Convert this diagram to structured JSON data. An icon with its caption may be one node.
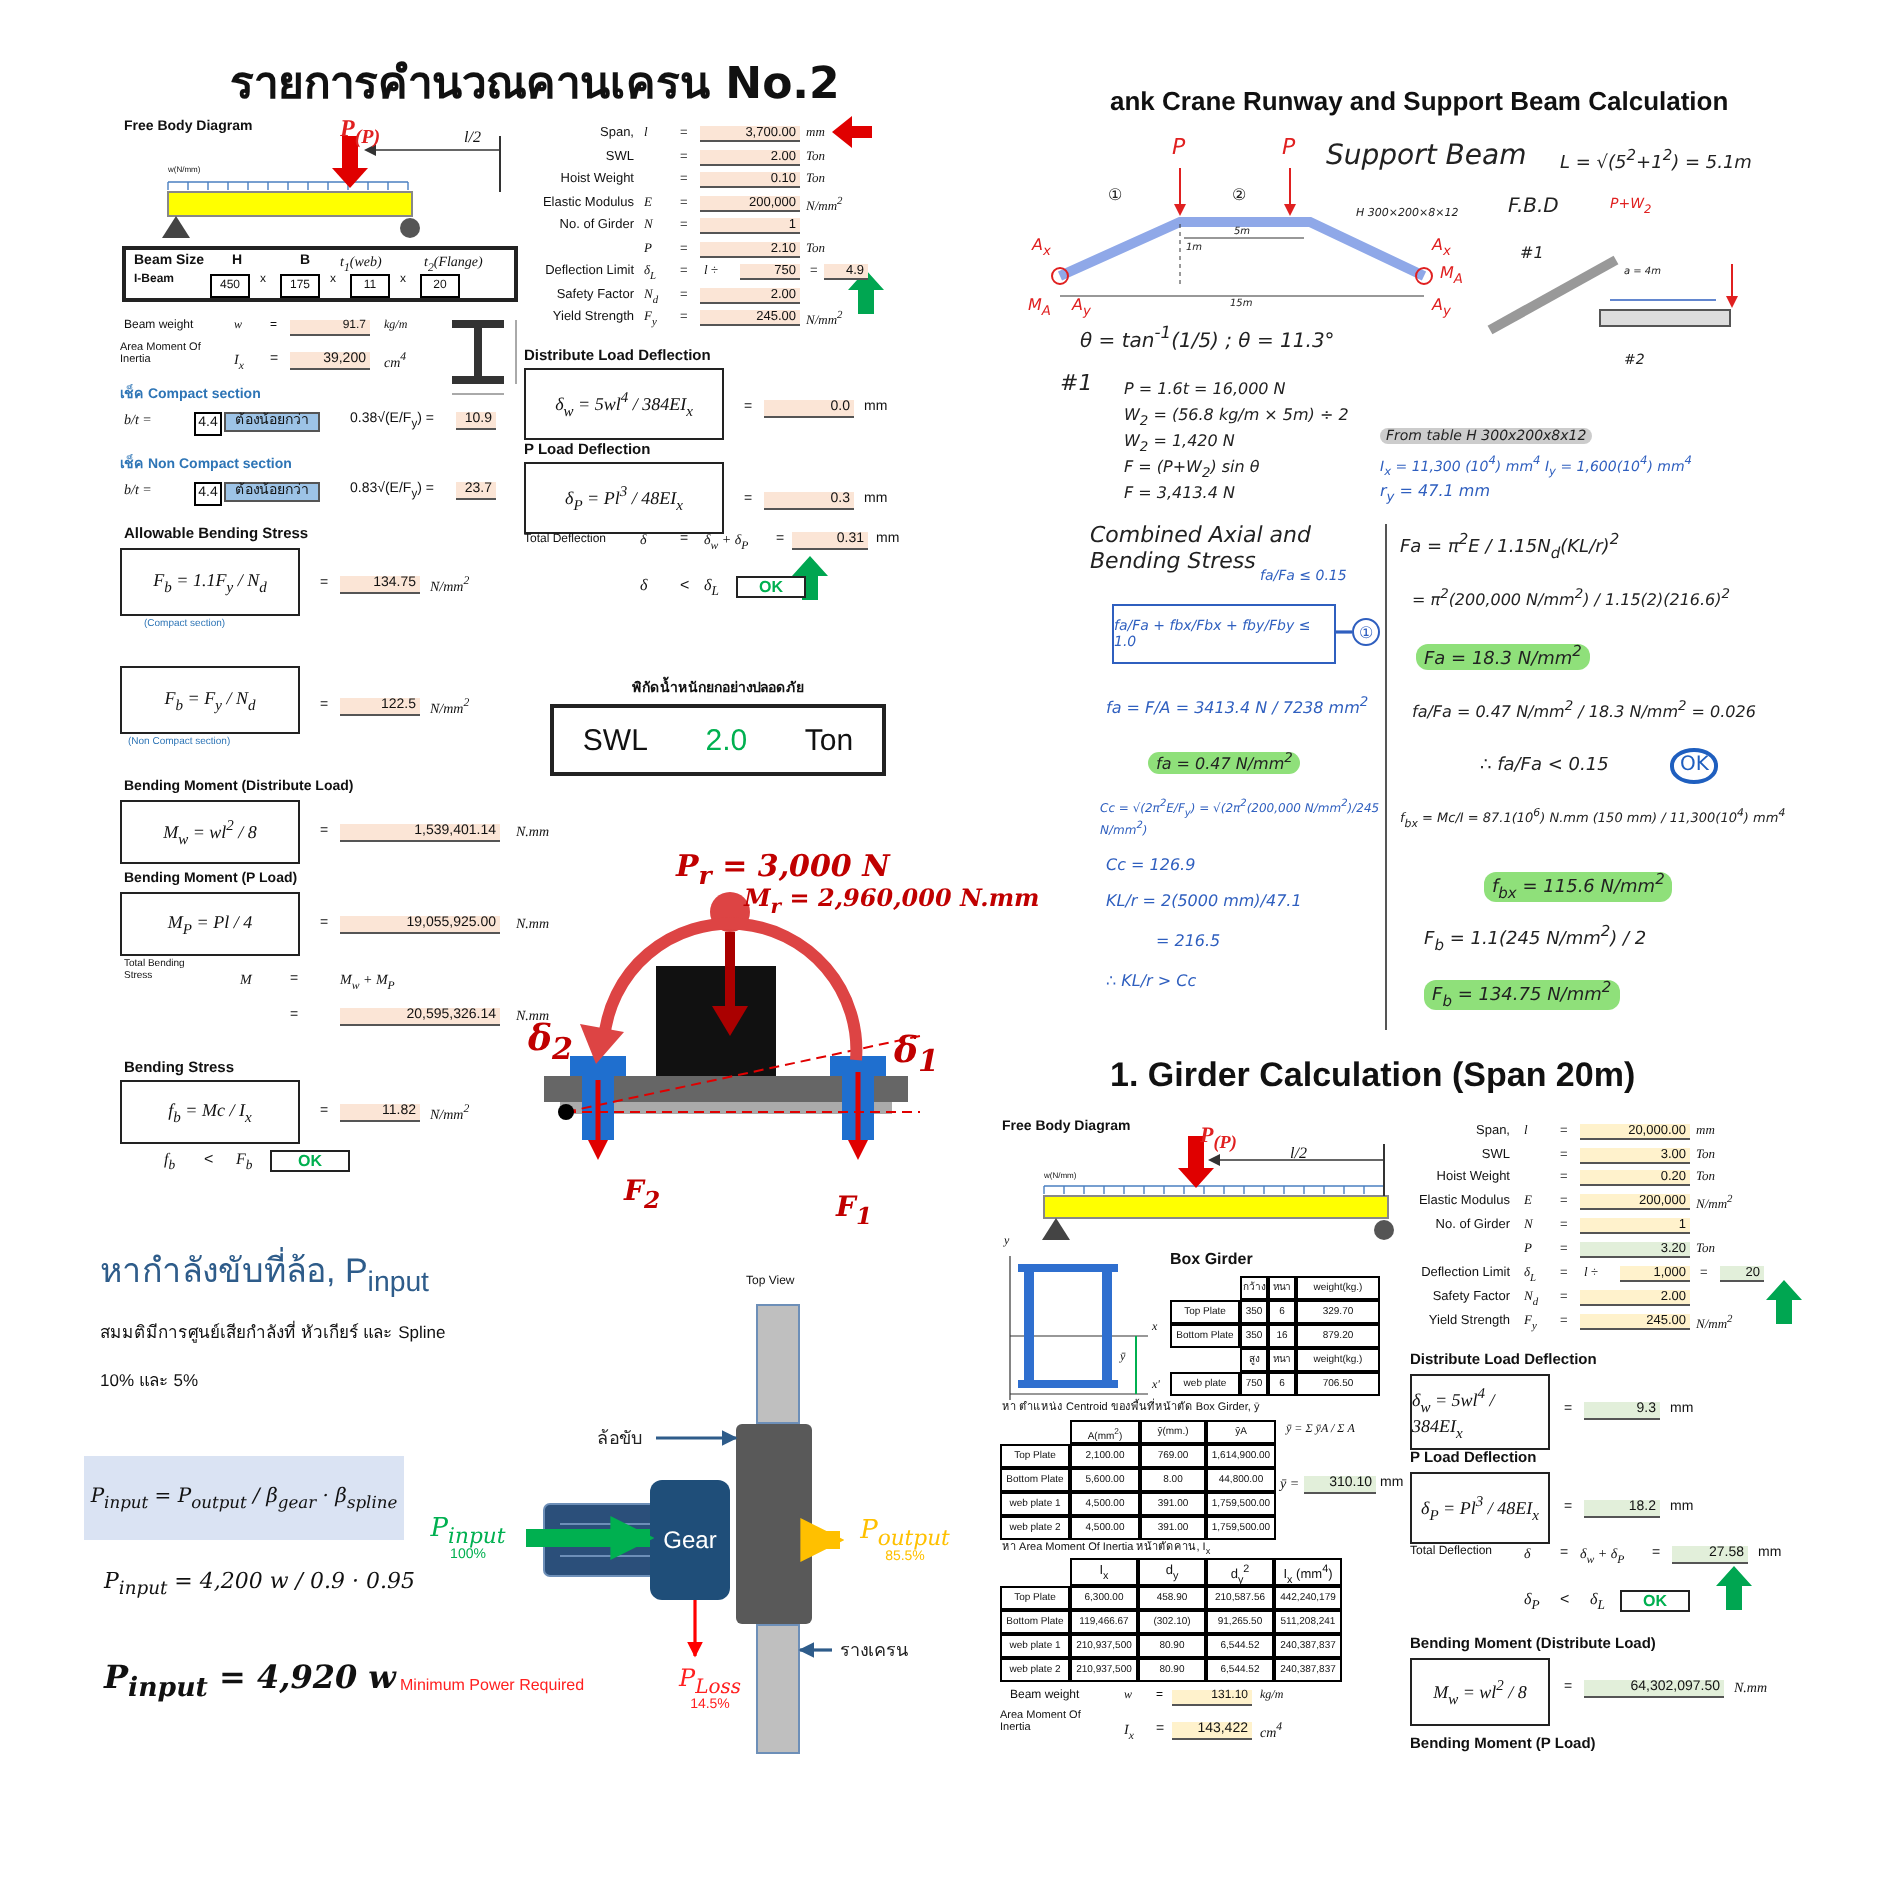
{
  "diagram": {
    "nodes": [
      {
        "text": [
          "F$_{b}$ = 1.1F$_{y}$ / N$_{d}$"
        ]
      },
      {
        "text": [
          "F$_{b}$ = F$_{y}$ / N$_{d}$"
        ]
      },
      {
        "text": [
          "M$_{w}$ = wl$^{2}$ / 8"
        ]
      },
      {
        "text": [
          "M$_{P}$ = Pl / 4"
        ]
      },
      {
        "text": [
          "f$_{b}$ = Mc / I$_{x}$"
        ]
      },
      {
        "text": [
          "δ$_{w}$ = 5wl$^{4}$ / 384EI$_{x}$"
        ]
      },
      {
        "text": [
          "δ$_{P}$ = Pl$^{3}$ / 48EI$_{x}$"
        ]
      },
      {
        "text": [
          "พิกัดน้ำหนักยกอย่างปลอดภัย",
          "SWL",
          "2.0",
          "Ton"
        ]
      },
      {
        "text": [
          "δ$_{w}$ = 5wl$^{4}$ / 384EI$_{x}$"
        ]
      },
      {
        "text": [
          "δ$_{P}$ = Pl$^{3}$ / 48EI$_{x}$"
        ]
      },
      {
        "text": [
          "M$_{w}$ = wl$^{2}$ / 8"
        ]
      },
      {
        "text": [
          "P$_{input}$ = P$_{output}$ / β$_{gear}$ · β$_{spline}$"
        ]
      },
      {
        "text": [
          "Gear"
        ]
      },
      {
        "text": [],
        "shape": "box"
      },
      {
        "text": [],
        "shape": "bar"
      },
      {
        "text": [
          "ล้อขับ"
        ]
      },
      {
        "text": [
          "รางเครน"
        ]
      },
      {
        "text": [
          "P$_{input}$"
        ],
        "beside": [
          "100%"
        ]
      },
      {
        "text": [
          "P$_{output}$"
        ],
        "beside": [
          "85.5%"
        ]
      },
      {
        "text": [
          "P$_{Loss}$"
        ],
        "beside": [
          "14.5%"
        ]
      },
      {
        "text": [
          "fa/Fa + fbx/Fbx + fby/Fby ≤ 1.0"
        ]
      },
      {
        "text": [
          "①"
        ]
      }
    ],
    "edges": [
      {
        "from": 17,
        "to": 12,
        "arrow": "to",
        "style": "thick",
        "color": "#00b050"
      },
      {
        "from": 13,
        "to": 18,
        "arrow": "to",
        "style": "thick",
        "color": "#ffc000"
      },
      {
        "from": 12,
        "to": 19,
        "arrow": "to",
        "color": "#ff0000"
      },
      {
        "from": 15,
        "to": 13,
        "arrow": "to",
        "color": "#2e5c8a"
      },
      {
        "from": 16,
        "to": 14,
        "arrow": "to",
        "color": "#2e5c8a"
      },
      {
        "from": 20,
        "to": 21,
        "arrow": "none",
        "color": "#2f5fbf"
      }
    ],
    "labels": [
      "รายการคำนวณคานเครน No.2",
      "Free Body Diagram",
      "P$_{(P)}$",
      "l/2",
      "w(N/mm)",
      "Span,",
      "l",
      "=",
      "3,700.00",
      "mm",
      "SWL",
      "=",
      "2.00",
      "Ton",
      "Hoist Weight",
      "=",
      "0.10",
      "Ton",
      "Elastic Modulus",
      "E",
      "=",
      "200,000",
      "N/mm$^{2}$",
      "No. of Girder",
      "N",
      "=",
      "1",
      "P",
      "=",
      "2.10",
      "Ton",
      "Deflection Limit",
      "δ$_{L}$",
      "=",
      "l ÷",
      "750",
      "=",
      "4.9",
      "Safety Factor",
      "N$_{d}$",
      "=",
      "2.00",
      "Yield Strength",
      "F$_{y}$",
      "=",
      "245.00",
      "N/mm$^{2}$",
      "Beam Size",
      "H",
      "B",
      "t$_{1}$(web)",
      "t$_{2}$(Flange)",
      "I-Beam",
      "450",
      "x",
      "175",
      "x",
      "11",
      "x",
      "20",
      "Beam weight",
      "w",
      "=",
      "91.7",
      "kg/m",
      "Area Moment Of Inertia",
      "I$_{x}$",
      "=",
      "39,200",
      "cm$^{4}$",
      "เช็ค Compact section",
      "b/t =",
      "4.4",
      "ต้องน้อยกว่า",
      "0.38√(E/F$_{y}$) =",
      "10.9",
      "เช็ค Non Compact section",
      "b/t =",
      "4.4",
      "ต้องน้อยกว่า",
      "0.83√(E/F$_{y}$) =",
      "23.7",
      "Allowable Bending Stress",
      "=",
      "134.75",
      "N/mm$^{2}$",
      "(Compact section)",
      "=",
      "122.5",
      "N/mm$^{2}$",
      "(Non Compact section)",
      "Bending Moment (Distribute Load)",
      "=",
      "1,539,401.14",
      "N.mm",
      "Bending Moment (P Load)",
      "=",
      "19,055,925.00",
      "N.mm",
      "Total Bending Stress",
      "M",
      "=",
      "M$_{w}$ + M$_{P}$",
      "=",
      "20,595,326.14",
      "N.mm",
      "Bending Stress",
      "=",
      "11.82",
      "N/mm$^{2}$",
      "f$_{b}$",
      "<",
      "F$_{b}$",
      "OK",
      "Distribute Load Deflection",
      "=",
      "0.0",
      "mm",
      "P Load Deflection",
      "=",
      "0.3",
      "mm",
      "Total Deflection",
      "δ",
      "=",
      "δ$_{w}$ + δ$_{P}$",
      "=",
      "0.31",
      "mm",
      "δ",
      "<",
      "δ$_{L}$",
      "OK",
      "P$_{r}$ = 3,000 N",
      "M$_{r}$ = 2,960,000 N.mm",
      "δ$_{2}$",
      "δ$_{1}$",
      "F$_{2}$",
      "F$_{1}$",
      "หากำลังขับที่ล้อ, P$_{input}$",
      "สมมติมีการศูนย์เสียกำลังที่ หัวเกียร์ และ Spline",
      "10% และ 5%",
      "P$_{input}$ = 4,200 w / 0.9 · 0.95",
      "P$_{input}$ = 4,920 w",
      "Minimum Power Required",
      "Top View",
      "ank Crane Runway and Support Beam Calculation",
      "P",
      "P",
      "Support Beam",
      "L = √(5$^{2}$+1$^{2}$) = 5.1m",
      "①",
      "②",
      "H 300×200×8×12",
      "5m",
      "1m",
      "15m",
      "A$_{x}$",
      "M$_{A}$",
      "A$_{y}$",
      "A$_{x}$",
      "M$_{A}$",
      "A$_{y}$",
      "F.B.D",
      "P+W$_{2}$",
      "#1",
      "a = 4m",
      "#2",
      "θ = tan$^{-1}$(1/5) ; θ = 11.3°",
      "#1",
      "P = 1.6t = 16,000 N",
      "W$_{2}$ = (56.8 kg/m × 5m) ÷ 2",
      "W$_{2}$ = 1,420 N",
      "F = (P+W$_{2}$) sin θ",
      "F = 3,413.4 N",
      "From table H 300x200x8x12",
      "I$_{x}$ = 11,300 (10$^{4}$) mm$^{4}$   I$_{y}$ = 1,600(10$^{4}$) mm$^{4}$",
      "r$_{y}$ = 47.1 mm",
      "Combined Axial and Bending Stress",
      "fa/Fa ≤ 0.15",
      "fa = F/A = 3413.4 N / 7238 mm$^{2}$",
      "fa = 0.47 N/mm$^{2}$",
      "Cc = √(2π$^{2}$E/F$_{y}$) = √(2π$^{2}$(200,000 N/mm$^{2}$)/245 N/mm$^{2}$)",
      "Cc = 126.9",
      "KL/r = 2(5000 mm)/47.1",
      "= 216.5",
      "∴ KL/r > Cc",
      "Fa = π$^{2}$E / 1.15N$_{d}$(KL/r)$^{2}$",
      "= π$^{2}$(200,000 N/mm$^{2}$) / 1.15(2)(216.6)$^{2}$",
      "Fa = 18.3 N/mm$^{2}$",
      "fa/Fa = 0.47 N/mm$^{2}$ / 18.3 N/mm$^{2}$ = 0.026",
      "∴ fa/Fa < 0.15",
      "OK",
      "f$_{bx}$ = Mc/I = 87.1(10$^{6}$) N.mm (150 mm) / 11,300(10$^{4}$) mm$^{4}$",
      "f$_{bx}$ = 115.6 N/mm$^{2}$",
      "F$_{b}$ = 1.1(245 N/mm$^{2}$) / 2",
      "F$_{b}$ = 134.75 N/mm$^{2}$",
      "1. Girder Calculation (Span 20m)",
      "Free Body Diagram",
      "P$_{(P)}$",
      "l/2",
      "w(N/mm)",
      "Span,",
      "l",
      "=",
      "20,000.00",
      "mm",
      "SWL",
      "=",
      "3.00",
      "Ton",
      "Hoist Weight",
      "=",
      "0.20",
      "Ton",
      "Elastic Modulus",
      "E",
      "=",
      "200,000",
      "N/mm$^{2}$",
      "No. of Girder",
      "N",
      "=",
      "1",
      "P",
      "=",
      "3.20",
      "Ton",
      "Deflection Limit",
      "δ$_{L}$",
      "=",
      "l ÷",
      "1,000",
      "=",
      "20",
      "Safety Factor",
      "N$_{d}$",
      "=",
      "2.00",
      "Yield Strength",
      "F$_{y}$",
      "=",
      "245.00",
      "N/mm$^{2}$",
      "Distribute Load Deflection",
      "=",
      "9.3",
      "mm",
      "P Load Deflection",
      "=",
      "18.2",
      "mm",
      "Total Deflection",
      "δ",
      "=",
      "δ$_{w}$ + δ$_{P}$",
      "=",
      "27.58",
      "mm",
      "δ$_{P}$",
      "<",
      "δ$_{L}$",
      "OK",
      "Bending Moment (Distribute Load)",
      "=",
      "64,302,097.50",
      "N.mm",
      "Bending Moment (P Load)",
      "Box Girder",
      "กว้าง",
      "หนา",
      "weight(kg.)",
      "Top Plate",
      "350",
      "6",
      "329.70",
      "Bottom Plate",
      "350",
      "16",
      "879.20",
      "สูง",
      "หนา",
      "weight(kg.)",
      "web plate",
      "750",
      "6",
      "706.50",
      "y",
      "x",
      "ȳ",
      "x'",
      "หา ตำแหน่ง Centroid ของพื้นที่หน้าตัด Box Girder, ȳ",
      "A(mm$^{2}$)",
      "ȳ(mm.)",
      "ȳA",
      "Top Plate",
      "2,100.00",
      "769.00",
      "1,614,900.00",
      "Bottom Plate",
      "5,600.00",
      "8.00",
      "44,800.00",
      "web plate 1",
      "4,500.00",
      "391.00",
      "1,759,500.00",
      "web plate 2",
      "4,500.00",
      "391.00",
      "1,759,500.00",
      "ȳ = Σ ȳA / Σ A",
      "ȳ =",
      "310.10",
      "mm",
      "หา Area Moment Of Inertia หน้าตัดคาน, I$_{x}$",
      "I$_{x}$",
      "d$_{y}$",
      "d$_{y}$$^{2}$",
      "I$_{x}$ (mm$^{4}$)",
      "Top Plate",
      "6,300.00",
      "458.90",
      "210,587.56",
      "442,240,179",
      "Bottom Plate",
      "119,466.67",
      "(302.10)",
      "91,265.50",
      "511,208,241",
      "web plate 1",
      "210,937,500",
      "80.90",
      "6,544.52",
      "240,387,837",
      "web plate 2",
      "210,937,500",
      "80.90",
      "6,544.52",
      "240,387,837",
      "Beam weight",
      "w",
      "=",
      "131.10",
      "kg/m",
      "Area Moment Of Inertia",
      "I$_{x}$",
      "=",
      "143,422",
      "cm$^{4}$"
    ]
  }
}
